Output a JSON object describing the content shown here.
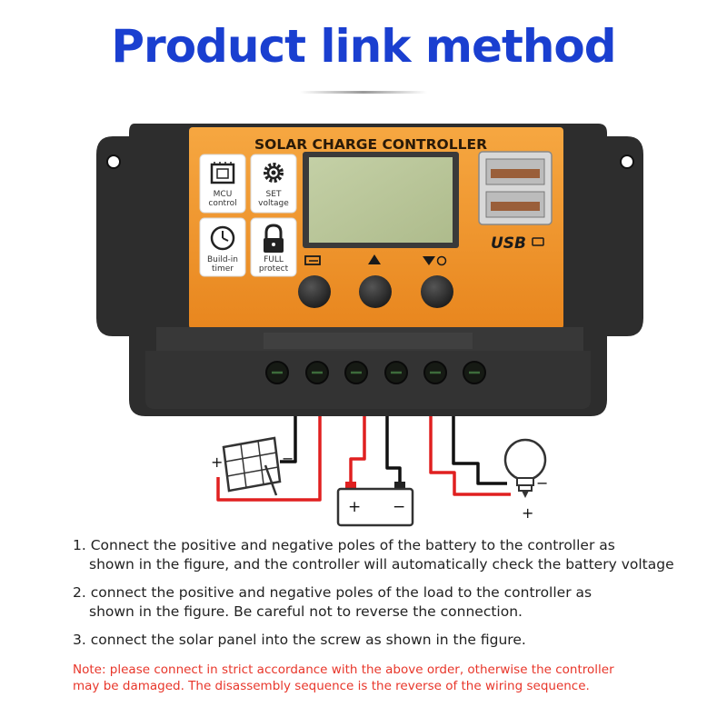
{
  "title": "Product link method",
  "controller": {
    "name": "SOLAR CHARGE CONTROLLER",
    "features": [
      {
        "line1": "MCU",
        "line2": "control",
        "icon": "chip-icon"
      },
      {
        "line1": "SET",
        "line2": "voltage",
        "icon": "gear-icon"
      },
      {
        "line1": "Build-in",
        "line2": "timer",
        "icon": "clock-icon"
      },
      {
        "line1": "FULL",
        "line2": "protect",
        "icon": "lock-icon"
      }
    ],
    "usb_label": "USB",
    "colors": {
      "body": "#f0952a",
      "case": "#2d2d2d",
      "screen": "#b9c79a"
    }
  },
  "wiring": {
    "solar_plus": "+",
    "solar_minus": "−",
    "battery_plus": "+",
    "battery_minus": "−",
    "load_plus": "+",
    "load_minus": "−",
    "colors": {
      "positive": "#e02020",
      "negative": "#111111"
    }
  },
  "steps": [
    {
      "line1": "1. Connect the positive and negative poles of the battery to the controller as",
      "line2": "shown in the figure, and the controller will automatically check the battery voltage"
    },
    {
      "line1": "2. connect the positive and negative poles of the load to the controller as",
      "line2": "shown in the figure. Be careful not to reverse the connection."
    },
    {
      "line1": "3. connect the solar panel into the screw as shown in the figure.",
      "line2": ""
    }
  ],
  "note": "Note: please connect in strict accordance with the above order, otherwise the controller may be damaged. The disassembly sequence is the reverse of the wiring sequence.",
  "accent_colors": {
    "title": "#1a3fd0",
    "note": "#e8362a"
  }
}
